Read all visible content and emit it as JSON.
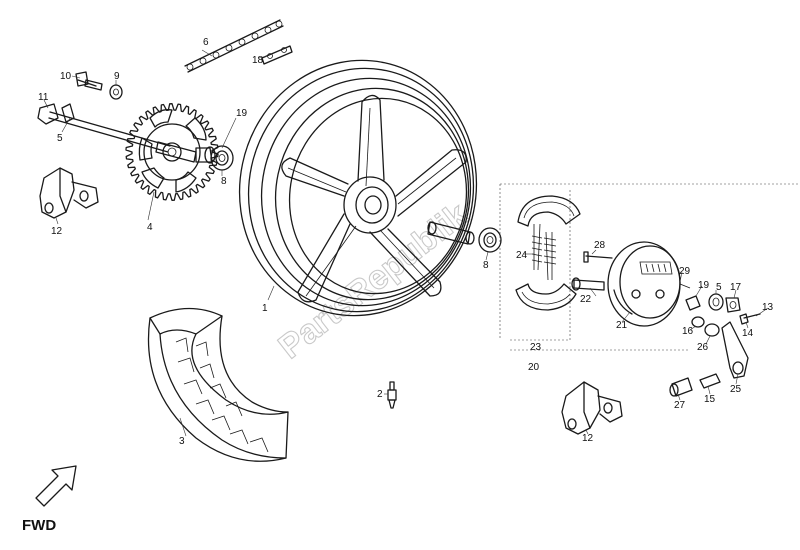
{
  "watermark": "PartsRepublik",
  "direction_label": "FWD",
  "parts": [
    {
      "id": "p1",
      "label": "1"
    },
    {
      "id": "p2",
      "label": "2"
    },
    {
      "id": "p3",
      "label": "3"
    },
    {
      "id": "p4",
      "label": "4"
    },
    {
      "id": "p5a",
      "label": "5"
    },
    {
      "id": "p5b",
      "label": "5"
    },
    {
      "id": "p6",
      "label": "6"
    },
    {
      "id": "p8a",
      "label": "8"
    },
    {
      "id": "p8b",
      "label": "8"
    },
    {
      "id": "p9",
      "label": "9"
    },
    {
      "id": "p10",
      "label": "10"
    },
    {
      "id": "p11",
      "label": "11"
    },
    {
      "id": "p12a",
      "label": "12"
    },
    {
      "id": "p12b",
      "label": "12"
    },
    {
      "id": "p13",
      "label": "13"
    },
    {
      "id": "p14",
      "label": "14"
    },
    {
      "id": "p15",
      "label": "15"
    },
    {
      "id": "p16",
      "label": "16"
    },
    {
      "id": "p17",
      "label": "17"
    },
    {
      "id": "p18",
      "label": "18"
    },
    {
      "id": "p19a",
      "label": "19"
    },
    {
      "id": "p19b",
      "label": "19"
    },
    {
      "id": "p20",
      "label": "20"
    },
    {
      "id": "p21",
      "label": "21"
    },
    {
      "id": "p22",
      "label": "22"
    },
    {
      "id": "p23",
      "label": "23"
    },
    {
      "id": "p24",
      "label": "24"
    },
    {
      "id": "p25",
      "label": "25"
    },
    {
      "id": "p26",
      "label": "26"
    },
    {
      "id": "p27",
      "label": "27"
    },
    {
      "id": "p28",
      "label": "28"
    },
    {
      "id": "p29",
      "label": "29"
    }
  ]
}
